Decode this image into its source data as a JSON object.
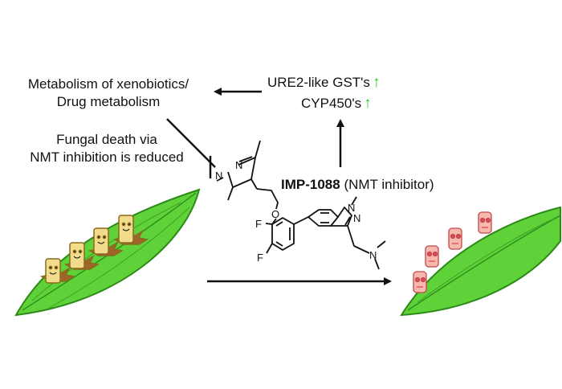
{
  "texts": {
    "metabolism_line1": "Metabolism of xenobiotics/",
    "metabolism_line2": "Drug metabolism",
    "gst_label": "URE2-like GST's",
    "cyp_label": "CYP450's",
    "fungal_line1": "Fungal death via",
    "fungal_line2": "NMT inhibition is reduced",
    "compound_name": "IMP-1088",
    "compound_desc": "(NMT inhibitor)"
  },
  "atoms": {
    "nitrogen": "N",
    "oxygen": "O",
    "fluorine": "F"
  },
  "symbols": {
    "up_arrow": "↑"
  },
  "colors": {
    "leaf_green": "#5fd23a",
    "up_arrow_green": "#22c422",
    "healthy_fungus": "#f2dc8c",
    "dying_fungus": "#f7b8ae"
  }
}
